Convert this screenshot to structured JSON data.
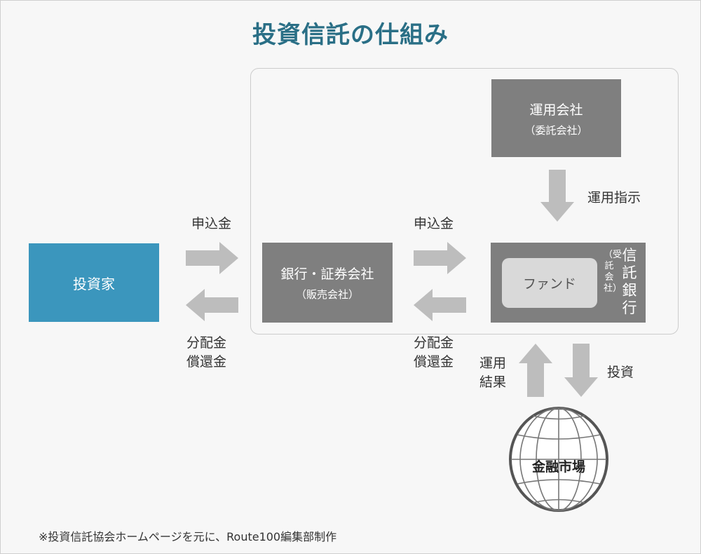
{
  "title": "投資信託の仕組み",
  "investor": "投資家",
  "bank": {
    "line1": "銀行・証券会社",
    "line2": "（販売会社）"
  },
  "mgmt": {
    "line1": "運用会社",
    "line2": "（委託会社）"
  },
  "trust": {
    "main": "信託銀行",
    "sub": "（受託会社）",
    "fund": "ファンド"
  },
  "labels": {
    "apply_left": "申込金",
    "apply_right": "申込金",
    "dist_left": [
      "分配金",
      "償還金"
    ],
    "dist_right": [
      "分配金",
      "償還金"
    ],
    "instruct": "運用指示",
    "result": [
      "運用",
      "結果"
    ],
    "invest": "投資"
  },
  "market": "金融市場",
  "footnote": "※投資信託協会ホームページを元に、Route100編集部制作",
  "colors": {
    "title": "#2a6f86",
    "investor": "#3b96bd",
    "box": "#7f7f7f",
    "arrow": "#bdbdbd"
  }
}
